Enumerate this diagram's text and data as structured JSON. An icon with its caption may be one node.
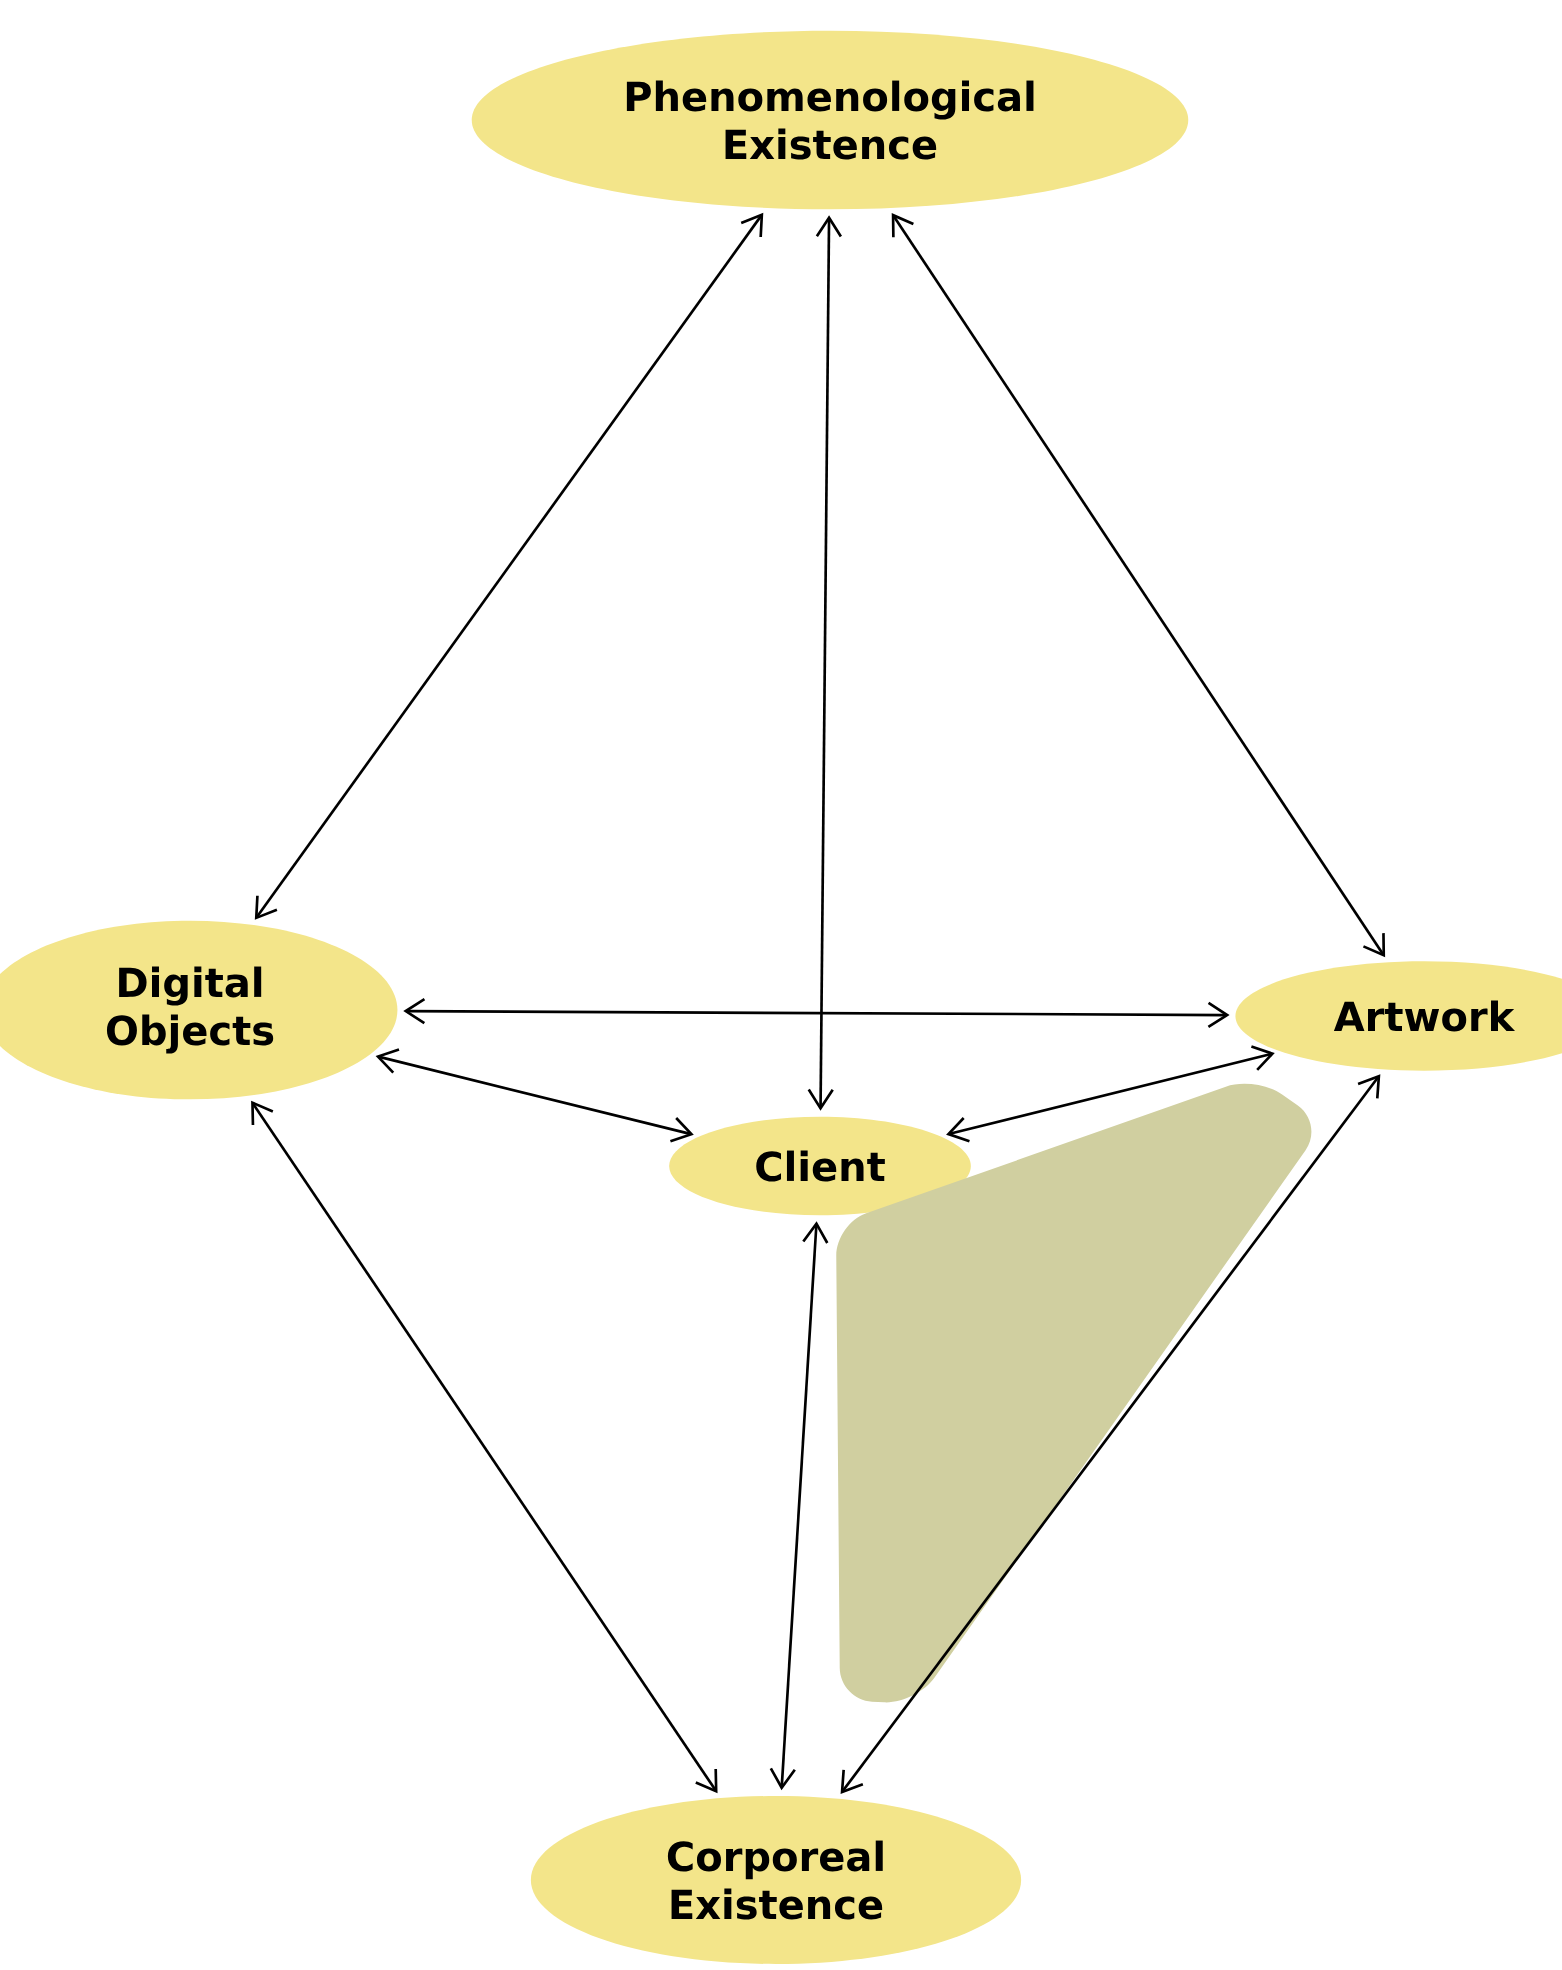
{
  "diagram": {
    "nodes": [
      {
        "text": [
          "Phenomenological Existence"
        ]
      },
      {
        "text": [
          "Digital Objects"
        ]
      },
      {
        "text": [
          "Artwork"
        ]
      },
      {
        "text": [
          "Client"
        ]
      },
      {
        "text": [
          "Corporeal Existence"
        ]
      },
      {
        "text": [],
        "shape": "triangle"
      }
    ],
    "edges": [
      {
        "from": 0,
        "to": 1,
        "arrow": "both"
      },
      {
        "from": 0,
        "to": 3,
        "arrow": "both"
      },
      {
        "from": 0,
        "to": 2,
        "arrow": "both"
      },
      {
        "from": 1,
        "to": 2,
        "arrow": "both"
      },
      {
        "from": 1,
        "to": 3,
        "arrow": "both"
      },
      {
        "from": 2,
        "to": 3,
        "arrow": "both"
      },
      {
        "from": 1,
        "to": 4,
        "arrow": "both"
      },
      {
        "from": 3,
        "to": 4,
        "arrow": "both"
      },
      {
        "from": 2,
        "to": 4,
        "arrow": "both"
      }
    ]
  }
}
